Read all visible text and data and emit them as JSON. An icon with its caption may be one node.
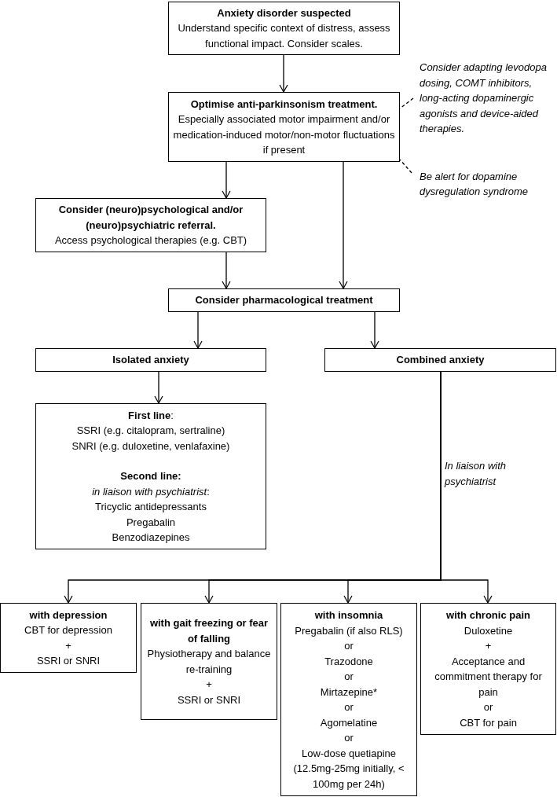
{
  "diagram": {
    "nodes": [
      {
        "text": [
          "Anxiety disorder suspected",
          "Understand specific context of distress, assess functional impact. Consider scales."
        ]
      },
      {
        "text": [
          "Optimise anti-parkinsonism treatment.",
          "Especially associated motor impairment and/or medication-induced motor/non-motor fluctuations if present"
        ]
      },
      {
        "text": [
          "Consider adapting levodopa dosing, COMT inhibitors, long-acting dopaminergic agonists and device-aided therapies."
        ]
      },
      {
        "text": [
          "Be alert for dopamine dysregulation syndrome"
        ]
      },
      {
        "text": [
          "Consider (neuro)psychological and/or (neuro)psychiatric referral.",
          "Access psychological therapies (e.g. CBT)"
        ]
      },
      {
        "text": [
          "Consider pharmacological treatment"
        ]
      },
      {
        "text": [
          "Isolated anxiety"
        ]
      },
      {
        "text": [
          "Combined anxiety"
        ]
      },
      {
        "text": [
          "**First line**:",
          "SSRI (e.g. citalopram, sertraline)",
          "SNRI (e.g. duloxetine, venlafaxine)",
          "Second line:",
          "*in liaison with psychiatrist*:",
          "Tricyclic antidepressants",
          "Pregabalin",
          "Benzodiazepines"
        ]
      },
      {
        "text": [
          "with depression",
          "CBT for depression",
          "+",
          "SSRI or SNRI"
        ]
      },
      {
        "text": [
          "with gait freezing or fear of falling",
          "Physiotherapy and balance re-training",
          "+",
          "SSRI or SNRI"
        ]
      },
      {
        "text": [
          "with insomnia",
          "Pregabalin (if also RLS)",
          "or",
          "Trazodone",
          "or",
          "Mirtazepine*",
          "or",
          "Agomelatine",
          "or",
          "Low-dose quetiapine (12.5mg-25mg initially, < 100mg per 24h)"
        ]
      },
      {
        "text": [
          "with chronic pain",
          "Duloxetine",
          "+",
          "Acceptance and commitment therapy for pain",
          "or",
          "CBT for pain"
        ]
      }
    ],
    "edges": [
      {
        "from": 0,
        "to": 1,
        "arrow": "to"
      },
      {
        "from": 2,
        "to": 1,
        "arrow": "none",
        "style": "dashed"
      },
      {
        "from": 3,
        "to": 1,
        "arrow": "none",
        "style": "dashed"
      },
      {
        "from": 1,
        "to": 4,
        "arrow": "to"
      },
      {
        "from": 4,
        "to": 5,
        "arrow": "to"
      },
      {
        "from": 1,
        "to": 5,
        "arrow": "to"
      },
      {
        "from": 5,
        "to": 6,
        "arrow": "to"
      },
      {
        "from": 5,
        "to": 7,
        "arrow": "to"
      },
      {
        "from": 6,
        "to": 8,
        "arrow": "to"
      },
      {
        "from": 7,
        "to": 9,
        "arrow": "to",
        "label": "In liaison with psychiatrist"
      },
      {
        "from": 7,
        "to": 10,
        "arrow": "to"
      },
      {
        "from": 7,
        "to": 11,
        "arrow": "to"
      },
      {
        "from": 7,
        "to": 12,
        "arrow": "to"
      }
    ]
  }
}
